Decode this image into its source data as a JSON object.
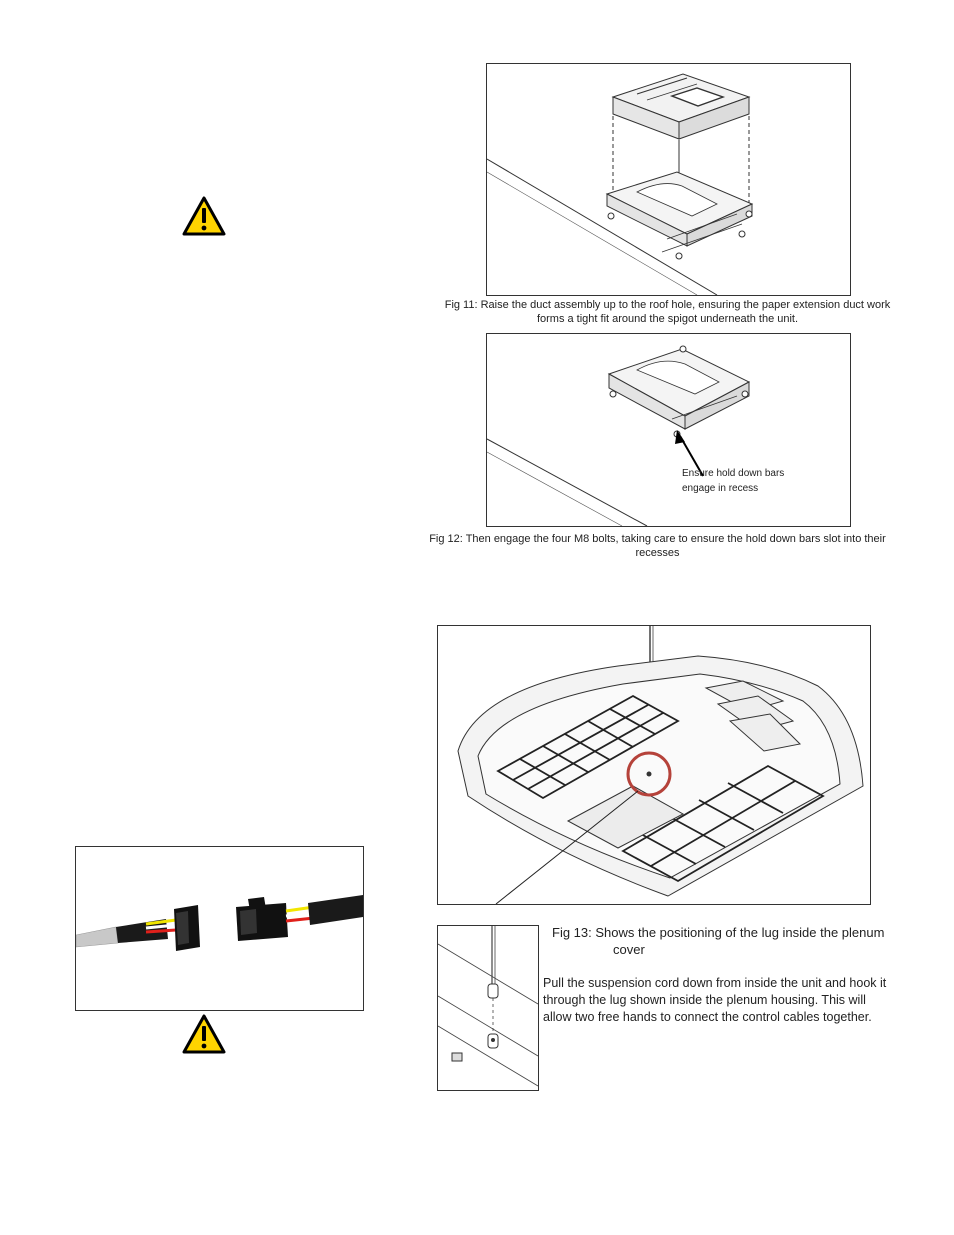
{
  "figures": {
    "fig11": {
      "caption_line1": "Fig 11: Raise the duct assembly up to the roof hole, ensuring the paper extension duct work",
      "caption_line2": "forms a tight fit around the spigot underneath the unit."
    },
    "fig12": {
      "callout_line1": "Ensure hold down bars",
      "callout_line2": "engage in recess",
      "caption_line1": "Fig 12: Then engage the four M8 bolts, taking care to ensure the hold down bars slot into their",
      "caption_line2": "recesses"
    },
    "fig13": {
      "title_line1": "Fig 13: Shows the positioning of the lug inside the plenum",
      "title_line2": "cover",
      "body": "Pull the suspension cord down from inside the unit and hook it through the lug shown inside the plenum housing. This will allow two free hands to connect the control cables together.",
      "highlight_color": "#b5423a"
    }
  },
  "warnings": {
    "color": "#ffd400",
    "icon": "warning-triangle-icon"
  },
  "connector_photo": {
    "wire_colors": [
      "#f2e600",
      "#e0201b",
      "#ffffff"
    ]
  }
}
